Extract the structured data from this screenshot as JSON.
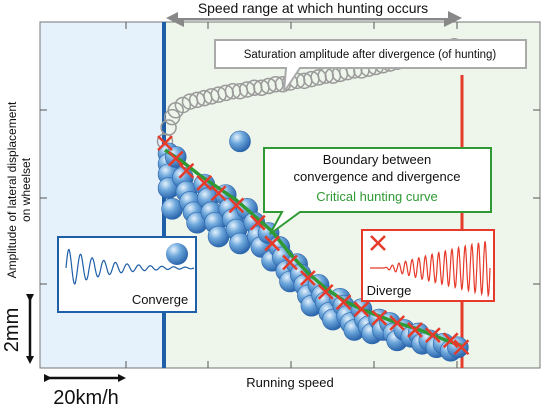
{
  "chart_data": {
    "type": "scatter",
    "title": "",
    "xlabel": "Running speed",
    "ylabel_line1": "Amplitude of lateral displacement",
    "ylabel_line2": "on wheelset",
    "x_unit": "km/h",
    "y_unit": "mm",
    "xlim": [
      0,
      140
    ],
    "ylim": [
      0,
      10
    ],
    "x_scale_value": 20,
    "x_scale_label": "20km/h",
    "y_scale_value": 2,
    "y_scale_label": "2mm",
    "lower_bound_speed": 35,
    "upper_bound_speed": 116,
    "range_label": "Speed range at which hunting occurs",
    "converge_label": "Converge",
    "diverge_label": "Diverge",
    "saturation_label": "Saturation amplitude after divergence (of hunting)",
    "boundary_label_line1": "Boundary between",
    "boundary_label_line2": "convergence and divergence",
    "critical_label": "Critical hunting curve",
    "colors": {
      "left_region": "#e6f2fb",
      "right_region": "#eef5ea",
      "lower_bound": "#1f5fa8",
      "upper_bound": "#e63a2a",
      "critical_curve": "#2f9a35",
      "converged_point": "#3f86c8",
      "diverged_marker": "#e63a2a",
      "saturation_point": "#9a9a9a"
    },
    "critical_curve": {
      "x": [
        35,
        40,
        45,
        50,
        55,
        60,
        65,
        70,
        75,
        80,
        85,
        90,
        95,
        100,
        105,
        110,
        115,
        118
      ],
      "y": [
        6.3,
        5.95,
        5.55,
        5.2,
        4.85,
        4.4,
        3.95,
        3.3,
        2.75,
        2.3,
        1.95,
        1.7,
        1.5,
        1.3,
        1.15,
        0.95,
        0.75,
        0.65
      ]
    },
    "series": [
      {
        "name": "Converged",
        "points": [
          [
            36,
            6.2
          ],
          [
            36,
            5.9
          ],
          [
            36,
            5.6
          ],
          [
            36,
            5.2
          ],
          [
            37,
            4.6
          ],
          [
            38,
            6.1
          ],
          [
            40,
            5.5
          ],
          [
            41,
            5.1
          ],
          [
            42,
            4.8
          ],
          [
            43,
            4.5
          ],
          [
            44,
            4.2
          ],
          [
            46,
            5.3
          ],
          [
            47,
            4.9
          ],
          [
            48,
            4.5
          ],
          [
            49,
            4.2
          ],
          [
            50,
            3.8
          ],
          [
            52,
            5.0
          ],
          [
            53,
            4.6
          ],
          [
            54,
            4.3
          ],
          [
            55,
            4.0
          ],
          [
            56,
            3.6
          ],
          [
            58,
            4.6
          ],
          [
            60,
            4.2
          ],
          [
            61,
            3.8
          ],
          [
            62,
            3.5
          ],
          [
            64,
            3.9
          ],
          [
            65,
            3.1
          ],
          [
            67,
            3.5
          ],
          [
            68,
            3.2
          ],
          [
            69,
            2.8
          ],
          [
            70,
            2.5
          ],
          [
            72,
            3.0
          ],
          [
            73,
            2.7
          ],
          [
            74,
            2.4
          ],
          [
            75,
            2.1
          ],
          [
            76,
            1.8
          ],
          [
            78,
            2.4
          ],
          [
            79,
            2.1
          ],
          [
            80,
            1.9
          ],
          [
            81,
            1.6
          ],
          [
            82,
            1.4
          ],
          [
            84,
            2.0
          ],
          [
            85,
            1.8
          ],
          [
            86,
            1.5
          ],
          [
            87,
            1.3
          ],
          [
            88,
            1.1
          ],
          [
            90,
            1.7
          ],
          [
            91,
            1.4
          ],
          [
            92,
            1.2
          ],
          [
            93,
            1.0
          ],
          [
            95,
            1.4
          ],
          [
            96,
            1.1
          ],
          [
            98,
            1.3
          ],
          [
            99,
            1.0
          ],
          [
            100,
            0.8
          ],
          [
            102,
            1.1
          ],
          [
            104,
            0.9
          ],
          [
            106,
            1.0
          ],
          [
            107,
            0.7
          ],
          [
            109,
            0.8
          ],
          [
            111,
            0.6
          ],
          [
            113,
            0.7
          ],
          [
            115,
            0.5
          ],
          [
            117,
            0.6
          ],
          [
            56,
            6.55
          ]
        ]
      },
      {
        "name": "Diverged",
        "points": [
          [
            35,
            6.5
          ],
          [
            38,
            6.05
          ],
          [
            41,
            5.7
          ],
          [
            46,
            5.35
          ],
          [
            50,
            5.05
          ],
          [
            55,
            4.7
          ],
          [
            61,
            4.2
          ],
          [
            65,
            3.6
          ],
          [
            70,
            3.05
          ],
          [
            75,
            2.6
          ],
          [
            80,
            2.2
          ],
          [
            85,
            1.9
          ],
          [
            90,
            1.7
          ],
          [
            95,
            1.45
          ],
          [
            100,
            1.3
          ],
          [
            105,
            1.1
          ],
          [
            110,
            0.95
          ],
          [
            115,
            0.8
          ],
          [
            118,
            0.6
          ]
        ]
      },
      {
        "name": "Saturation amplitude",
        "points": [
          [
            35,
            6.55
          ],
          [
            36,
            6.95
          ],
          [
            37,
            7.25
          ],
          [
            38,
            7.45
          ],
          [
            40,
            7.6
          ],
          [
            42,
            7.7
          ],
          [
            44,
            7.75
          ],
          [
            46,
            7.8
          ],
          [
            48,
            7.85
          ],
          [
            50,
            7.9
          ],
          [
            52,
            7.95
          ],
          [
            54,
            8.0
          ],
          [
            56,
            8.0
          ],
          [
            58,
            8.05
          ],
          [
            60,
            8.1
          ],
          [
            62,
            8.1
          ],
          [
            64,
            8.15
          ],
          [
            66,
            8.2
          ],
          [
            68,
            8.2
          ],
          [
            70,
            8.25
          ],
          [
            72,
            8.3
          ],
          [
            74,
            8.3
          ],
          [
            76,
            8.35
          ],
          [
            78,
            8.4
          ],
          [
            80,
            8.45
          ],
          [
            82,
            8.45
          ],
          [
            84,
            8.5
          ],
          [
            86,
            8.55
          ],
          [
            88,
            8.6
          ],
          [
            90,
            8.6
          ],
          [
            92,
            8.65
          ],
          [
            94,
            8.7
          ],
          [
            96,
            8.75
          ],
          [
            98,
            8.8
          ],
          [
            100,
            8.85
          ],
          [
            102,
            8.9
          ],
          [
            104,
            8.95
          ],
          [
            106,
            9.0
          ],
          [
            108,
            9.05
          ],
          [
            110,
            9.1
          ],
          [
            112,
            9.15
          ],
          [
            114,
            9.2
          ],
          [
            116,
            9.3
          ]
        ]
      }
    ]
  }
}
